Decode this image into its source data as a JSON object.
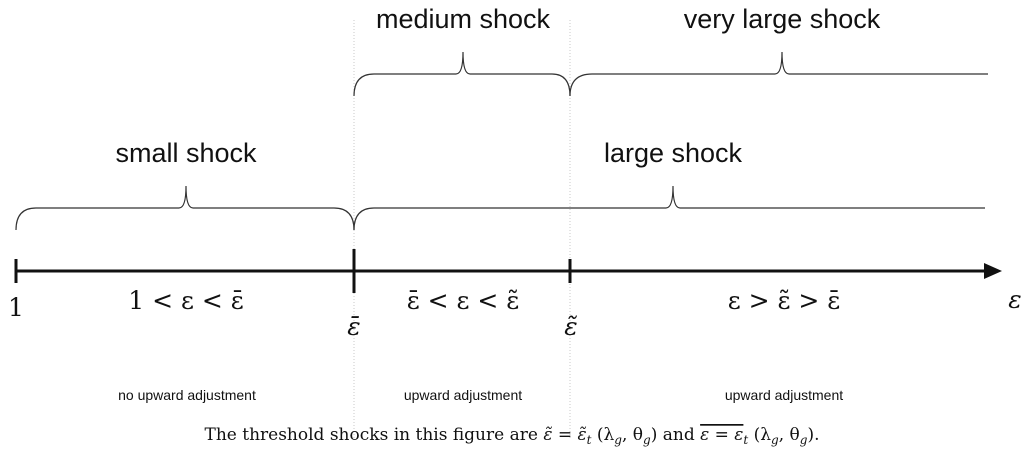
{
  "labels": {
    "small_shock": "small shock",
    "medium_shock": "medium shock",
    "large_shock": "large shock",
    "very_large_shock": "very large shock"
  },
  "axis": {
    "origin_label": "1",
    "axis_symbol": "ε",
    "threshold_bar_label": "ε̄",
    "threshold_tilde_label": "ε̃"
  },
  "regions": [
    {
      "inequality": "1 < ε < ε̄",
      "note": "no upward adjustment"
    },
    {
      "inequality": "ε̄ < ε < ε̃",
      "note": "upward adjustment"
    },
    {
      "inequality": "ε > ε̃ > ε̄",
      "note": "upward adjustment"
    }
  ],
  "caption": {
    "lead": "The threshold shocks in this figure are ",
    "tilde_eq": "ε̃ = ε̃",
    "tilde_sub": "t",
    "args": " (λ",
    "sub_g1": "g",
    "comma": ", θ",
    "sub_g2": "g",
    "close": ")",
    "and": " and ",
    "bar_eq": "ε = ε",
    "bar_sub": "t",
    "end": "."
  }
}
